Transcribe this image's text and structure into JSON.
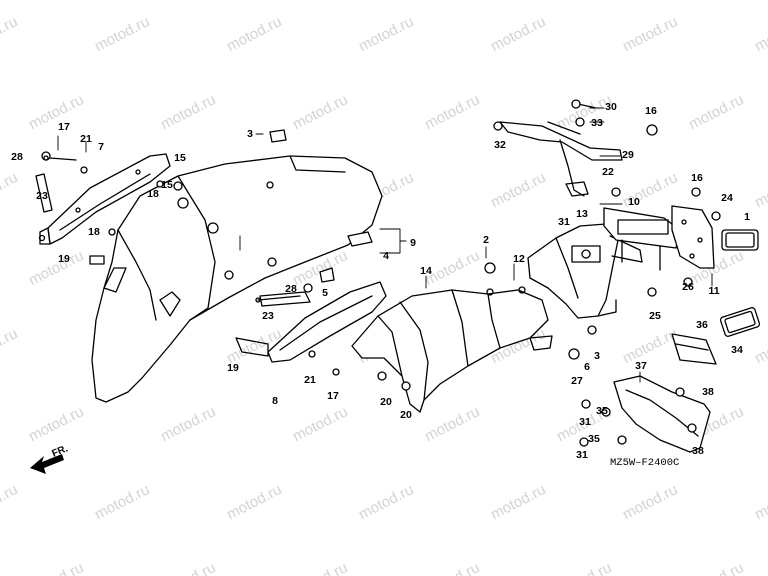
{
  "watermark": "motod.ru",
  "diagram_code": "MZ5W–F2400C",
  "direction_label": "FR.",
  "callouts": [
    "1",
    "2",
    "3",
    "3",
    "4",
    "5",
    "6",
    "7",
    "8",
    "9",
    "10",
    "11",
    "12",
    "13",
    "14",
    "15",
    "15",
    "16",
    "16",
    "17",
    "17",
    "18",
    "18",
    "19",
    "19",
    "20",
    "20",
    "21",
    "21",
    "22",
    "23",
    "23",
    "24",
    "25",
    "26",
    "27",
    "28",
    "28",
    "29",
    "30",
    "31",
    "31",
    "31",
    "32",
    "33",
    "34",
    "35",
    "35",
    "36",
    "37",
    "38",
    "38"
  ],
  "colors": {
    "line": "#000000",
    "watermark": "#c9c9c9",
    "background": "#ffffff"
  }
}
